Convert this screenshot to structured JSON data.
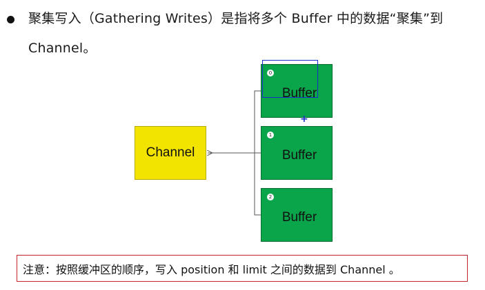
{
  "intro": {
    "text": "聚集写入（Gathering Writes）是指将多个 Buffer 中的数据“聚集”到 Channel。"
  },
  "diagram": {
    "channel_label": "Channel",
    "buffers": [
      {
        "index": "0",
        "label": "Buffer"
      },
      {
        "index": "1",
        "label": "Buffer"
      },
      {
        "index": "2",
        "label": "Buffer"
      }
    ],
    "colors": {
      "channel": "#f3e400",
      "buffer": "#0aa54a",
      "selection": "#1a2cc8",
      "connector": "#555555"
    }
  },
  "note": {
    "text": "注意：按照缓冲区的顺序，写入 position 和 limit 之间的数据到 Channel 。",
    "border_color": "#c2222a"
  }
}
